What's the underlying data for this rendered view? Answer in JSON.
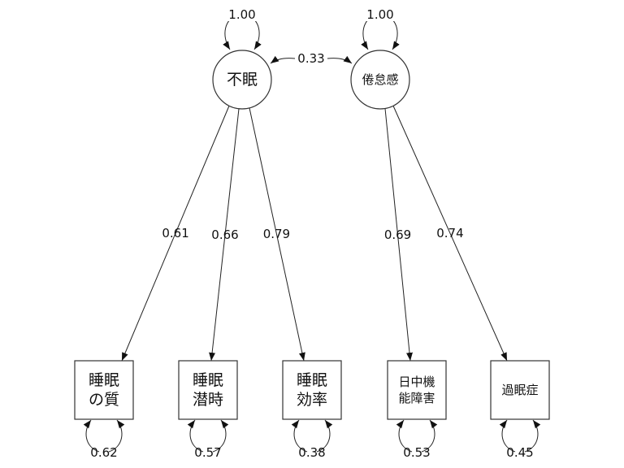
{
  "diagram": {
    "type": "structural-equation-model",
    "latents": [
      {
        "id": "insomnia",
        "label": "不眠",
        "variance": "1.00"
      },
      {
        "id": "fatigue",
        "label": "倦怠感",
        "variance": "1.00"
      }
    ],
    "covariance": {
      "from": "insomnia",
      "to": "fatigue",
      "value": "0.33"
    },
    "observed": [
      {
        "id": "sleep-quality",
        "lines": [
          "睡眠",
          "の質"
        ],
        "parent": "insomnia",
        "loading": "0.61",
        "error_variance": "0.62"
      },
      {
        "id": "sleep-latency",
        "lines": [
          "睡眠",
          "潜時"
        ],
        "parent": "insomnia",
        "loading": "0.66",
        "error_variance": "0.57"
      },
      {
        "id": "sleep-efficiency",
        "lines": [
          "睡眠",
          "効率"
        ],
        "parent": "insomnia",
        "loading": "0.79",
        "error_variance": "0.38"
      },
      {
        "id": "daytime-dysfunction",
        "lines": [
          "日中機",
          "能障害"
        ],
        "parent": "fatigue",
        "loading": "0.69",
        "error_variance": "0.53"
      },
      {
        "id": "hypersomnia",
        "lines": [
          "過眠症"
        ],
        "parent": "fatigue",
        "loading": "0.74",
        "error_variance": "0.45"
      }
    ]
  }
}
